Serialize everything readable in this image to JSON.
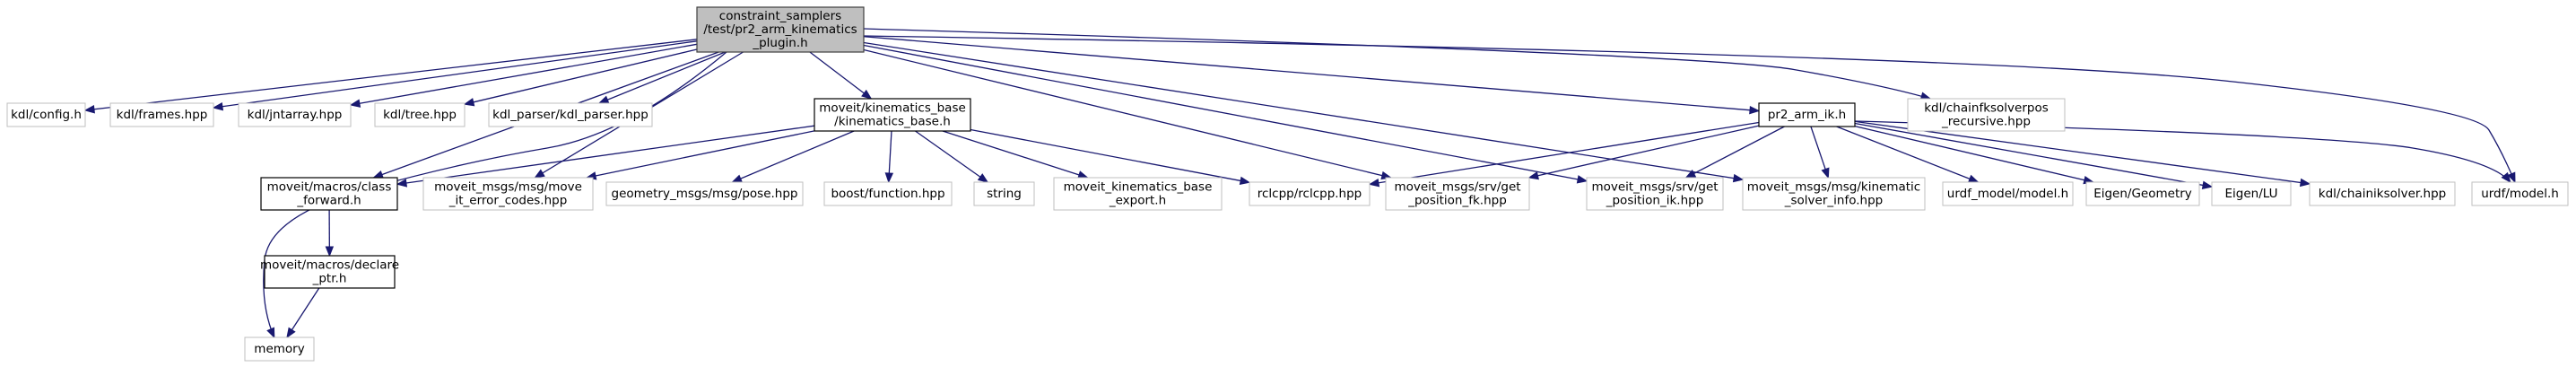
{
  "colors": {
    "edge": "#191970",
    "root_fill": "#bfbfbf",
    "root_border": "#404040",
    "documented_border": "#000000",
    "external_border": "#bfbfbf",
    "node_fill": "#ffffff"
  },
  "nodes": [
    {
      "id": "root",
      "kind": "root",
      "lines": [
        "constraint_samplers",
        "/test/pr2_arm_kinematics",
        "_plugin.h"
      ]
    },
    {
      "id": "kdl_config",
      "kind": "external",
      "lines": [
        "kdl/config.h"
      ]
    },
    {
      "id": "kdl_frames",
      "kind": "external",
      "lines": [
        "kdl/frames.hpp"
      ]
    },
    {
      "id": "kdl_jntarray",
      "kind": "external",
      "lines": [
        "kdl/jntarray.hpp"
      ]
    },
    {
      "id": "kdl_tree",
      "kind": "external",
      "lines": [
        "kdl/tree.hpp"
      ]
    },
    {
      "id": "kdl_parser",
      "kind": "external",
      "lines": [
        "kdl_parser/kdl_parser.hpp"
      ]
    },
    {
      "id": "kin_base",
      "kind": "documented",
      "lines": [
        "moveit/kinematics_base",
        "/kinematics_base.h"
      ]
    },
    {
      "id": "pr2_ik",
      "kind": "documented",
      "lines": [
        "pr2_arm_ik.h"
      ]
    },
    {
      "id": "kdl_chainfk",
      "kind": "external",
      "lines": [
        "kdl/chainfksolverpos",
        "_recursive.hpp"
      ]
    },
    {
      "id": "class_fwd",
      "kind": "documented",
      "lines": [
        "moveit/macros/class",
        "_forward.h"
      ]
    },
    {
      "id": "moveit_err",
      "kind": "external",
      "lines": [
        "moveit_msgs/msg/move",
        "_it_error_codes.hpp"
      ]
    },
    {
      "id": "geom_pose",
      "kind": "external",
      "lines": [
        "geometry_msgs/msg/pose.hpp"
      ]
    },
    {
      "id": "boost_fn",
      "kind": "external",
      "lines": [
        "boost/function.hpp"
      ]
    },
    {
      "id": "string",
      "kind": "external",
      "lines": [
        "string"
      ]
    },
    {
      "id": "kin_export",
      "kind": "external",
      "lines": [
        "moveit_kinematics_base",
        "_export.h"
      ]
    },
    {
      "id": "rclcpp",
      "kind": "external",
      "lines": [
        "rclcpp/rclcpp.hpp"
      ]
    },
    {
      "id": "get_fk",
      "kind": "external",
      "lines": [
        "moveit_msgs/srv/get",
        "_position_fk.hpp"
      ]
    },
    {
      "id": "get_ik",
      "kind": "external",
      "lines": [
        "moveit_msgs/srv/get",
        "_position_ik.hpp"
      ]
    },
    {
      "id": "kin_info",
      "kind": "external",
      "lines": [
        "moveit_msgs/msg/kinematic",
        "_solver_info.hpp"
      ]
    },
    {
      "id": "urdf_model_h",
      "kind": "external",
      "lines": [
        "urdf_model/model.h"
      ]
    },
    {
      "id": "eigen_geom",
      "kind": "external",
      "lines": [
        "Eigen/Geometry"
      ]
    },
    {
      "id": "eigen_lu",
      "kind": "external",
      "lines": [
        "Eigen/LU"
      ]
    },
    {
      "id": "kdl_chainik",
      "kind": "external",
      "lines": [
        "kdl/chainiksolver.hpp"
      ]
    },
    {
      "id": "urdf_model",
      "kind": "external",
      "lines": [
        "urdf/model.h"
      ]
    },
    {
      "id": "declare_ptr",
      "kind": "documented",
      "lines": [
        "moveit/macros/declare",
        "_ptr.h"
      ]
    },
    {
      "id": "memory",
      "kind": "external",
      "lines": [
        "memory"
      ]
    }
  ],
  "edges": [
    [
      "root",
      "kdl_config"
    ],
    [
      "root",
      "kdl_frames"
    ],
    [
      "root",
      "kdl_jntarray"
    ],
    [
      "root",
      "kdl_tree"
    ],
    [
      "root",
      "kdl_parser"
    ],
    [
      "root",
      "kin_base"
    ],
    [
      "root",
      "pr2_ik"
    ],
    [
      "root",
      "kdl_chainfk"
    ],
    [
      "root",
      "class_fwd"
    ],
    [
      "root",
      "moveit_err"
    ],
    [
      "root",
      "memory"
    ],
    [
      "root",
      "get_fk"
    ],
    [
      "root",
      "get_ik"
    ],
    [
      "root",
      "kin_info"
    ],
    [
      "root",
      "urdf_model"
    ],
    [
      "kin_base",
      "class_fwd"
    ],
    [
      "kin_base",
      "moveit_err"
    ],
    [
      "kin_base",
      "geom_pose"
    ],
    [
      "kin_base",
      "boost_fn"
    ],
    [
      "kin_base",
      "string"
    ],
    [
      "kin_base",
      "kin_export"
    ],
    [
      "kin_base",
      "rclcpp"
    ],
    [
      "pr2_ik",
      "rclcpp"
    ],
    [
      "pr2_ik",
      "get_fk"
    ],
    [
      "pr2_ik",
      "get_ik"
    ],
    [
      "pr2_ik",
      "kin_info"
    ],
    [
      "pr2_ik",
      "urdf_model_h"
    ],
    [
      "pr2_ik",
      "eigen_geom"
    ],
    [
      "pr2_ik",
      "eigen_lu"
    ],
    [
      "pr2_ik",
      "kdl_chainik"
    ],
    [
      "pr2_ik",
      "urdf_model"
    ],
    [
      "class_fwd",
      "declare_ptr"
    ],
    [
      "declare_ptr",
      "memory"
    ]
  ]
}
